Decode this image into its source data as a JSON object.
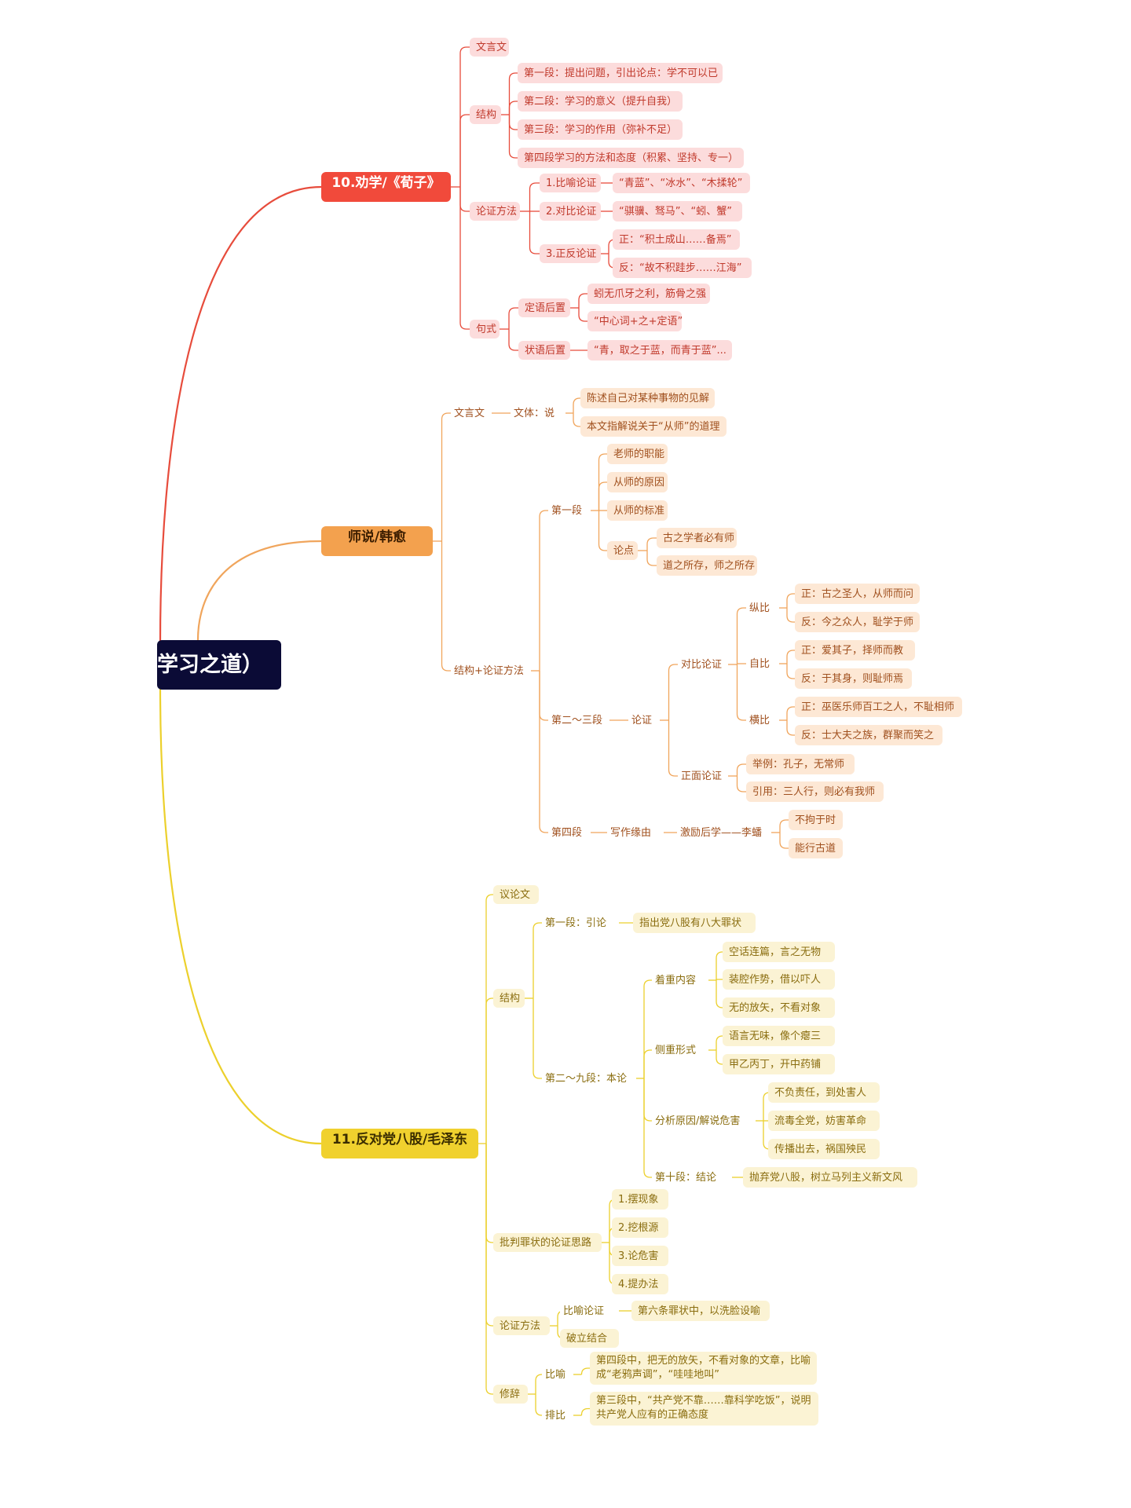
{
  "central_text": "学习之道）",
  "colors": {
    "central_bg": "#0b0b36",
    "branch1": "#e74c3c",
    "branch1_main": "#f14a3b",
    "branch1_box": "#fcdcdc",
    "branch1_text": "#c0392b",
    "branch2": "#f0a55c",
    "branch2_main": "#f3a14e",
    "branch2_box": "#fde8d5",
    "branch2_text": "#a0501e",
    "branch3": "#ecd02c",
    "branch3_main": "#f0d12e",
    "branch3_box": "#fbf3d4",
    "branch3_text": "#8a6d0f"
  },
  "branches": [
    {
      "label": "10.劝学/《荀子》",
      "children": [
        {
          "label": "文言文"
        },
        {
          "label": "结构",
          "children": [
            {
              "label": "第一段：提出问题，引出论点：学不可以已"
            },
            {
              "label": "第二段：学习的意义（提升自我）"
            },
            {
              "label": "第三段：学习的作用（弥补不足）"
            },
            {
              "label": "第四段学习的方法和态度（积累、坚持、专一）"
            }
          ]
        },
        {
          "label": "论证方法",
          "children": [
            {
              "label": "1.比喻论证",
              "children": [
                {
                  "label": "“青蓝”、“冰水”、“木揉轮”"
                }
              ]
            },
            {
              "label": "2.对比论证",
              "children": [
                {
                  "label": "“骐骥、驽马”、“蚓、蟹”"
                }
              ]
            },
            {
              "label": "3.正反论证",
              "children": [
                {
                  "label": "正：“积土成山……备焉”"
                },
                {
                  "label": "反：“故不积跬步……江海”"
                }
              ]
            }
          ]
        },
        {
          "label": "句式",
          "children": [
            {
              "label": "定语后置",
              "children": [
                {
                  "label": "蚓无爪牙之利，筋骨之强"
                },
                {
                  "label": "“中心词+之+定语”"
                }
              ]
            },
            {
              "label": "状语后置",
              "children": [
                {
                  "label": "“青，取之于蓝，而青于蓝”..."
                }
              ]
            }
          ]
        }
      ]
    },
    {
      "label": "师说/韩愈",
      "children": [
        {
          "label": "文言文",
          "children": [
            {
              "label": "文体：说",
              "children": [
                {
                  "label": "陈述自己对某种事物的见解"
                },
                {
                  "label": "本文指解说关于“从师”的道理"
                }
              ]
            }
          ]
        },
        {
          "label": "结构+论证方法",
          "children": [
            {
              "label": "第一段",
              "children": [
                {
                  "label": "老师的职能"
                },
                {
                  "label": "从师的原因"
                },
                {
                  "label": "从师的标准"
                },
                {
                  "label": "论点",
                  "children": [
                    {
                      "label": "古之学者必有师"
                    },
                    {
                      "label": "道之所存，师之所存"
                    }
                  ]
                }
              ]
            },
            {
              "label": "第二～三段",
              "children": [
                {
                  "label": "论证",
                  "children": [
                    {
                      "label": "对比论证",
                      "children": [
                        {
                          "label": "纵比",
                          "children": [
                            {
                              "label": "正：古之圣人，从师而问"
                            },
                            {
                              "label": "反：今之众人，耻学于师"
                            }
                          ]
                        },
                        {
                          "label": "自比",
                          "children": [
                            {
                              "label": "正：爱其子，择师而教"
                            },
                            {
                              "label": "反：于其身，则耻师焉"
                            }
                          ]
                        },
                        {
                          "label": "横比",
                          "children": [
                            {
                              "label": "正：巫医乐师百工之人，不耻相师"
                            },
                            {
                              "label": "反：士大夫之族，群聚而笑之"
                            }
                          ]
                        }
                      ]
                    },
                    {
                      "label": "正面论证",
                      "children": [
                        {
                          "label": "举例：孔子，无常师"
                        },
                        {
                          "label": "引用：三人行，则必有我师"
                        }
                      ]
                    }
                  ]
                }
              ]
            },
            {
              "label": "第四段",
              "children": [
                {
                  "label": "写作缘由",
                  "children": [
                    {
                      "label": "激励后学——李蟠",
                      "children": [
                        {
                          "label": "不拘于时"
                        },
                        {
                          "label": "能行古道"
                        }
                      ]
                    }
                  ]
                }
              ]
            }
          ]
        }
      ]
    },
    {
      "label": "11.反对党八股/毛泽东",
      "children": [
        {
          "label": "议论文"
        },
        {
          "label": "结构",
          "children": [
            {
              "label": "第一段：引论",
              "children": [
                {
                  "label": "指出党八股有八大罪状"
                }
              ]
            },
            {
              "label": "第二～九段：本论",
              "children": [
                {
                  "label": "着重内容",
                  "children": [
                    {
                      "label": "空话连篇，言之无物"
                    },
                    {
                      "label": "装腔作势，借以吓人"
                    },
                    {
                      "label": "无的放矢，不看对象"
                    }
                  ]
                },
                {
                  "label": "侧重形式",
                  "children": [
                    {
                      "label": "语言无味，像个瘪三"
                    },
                    {
                      "label": "甲乙丙丁，开中药铺"
                    }
                  ]
                },
                {
                  "label": "分析原因/解说危害",
                  "children": [
                    {
                      "label": "不负责任，到处害人"
                    },
                    {
                      "label": "流毒全党，妨害革命"
                    },
                    {
                      "label": "传播出去，祸国殃民"
                    }
                  ]
                },
                {
                  "label": "第十段：结论",
                  "children": [
                    {
                      "label": "抛弃党八股，树立马列主义新文风"
                    }
                  ]
                }
              ]
            }
          ]
        },
        {
          "label": "批判罪状的论证思路",
          "children": [
            {
              "label": "1.摆现象"
            },
            {
              "label": "2.挖根源"
            },
            {
              "label": "3.论危害"
            },
            {
              "label": "4.提办法"
            }
          ]
        },
        {
          "label": "论证方法",
          "children": [
            {
              "label": "比喻论证",
              "children": [
                {
                  "label": "第六条罪状中，以洗脸设喻"
                }
              ]
            },
            {
              "label": "破立结合"
            }
          ]
        },
        {
          "label": "修辞",
          "children": [
            {
              "label": "比喻",
              "children": [
                {
                  "label": "第四段中，把无的放矢，不看对象的文章，比喻成“老鸦声调”，“哇哇地叫”"
                }
              ]
            },
            {
              "label": "排比",
              "children": [
                {
                  "label": "第三段中，“共产党不靠……靠科学吃饭”，说明共产党人应有的正确态度"
                }
              ]
            }
          ]
        }
      ]
    }
  ]
}
